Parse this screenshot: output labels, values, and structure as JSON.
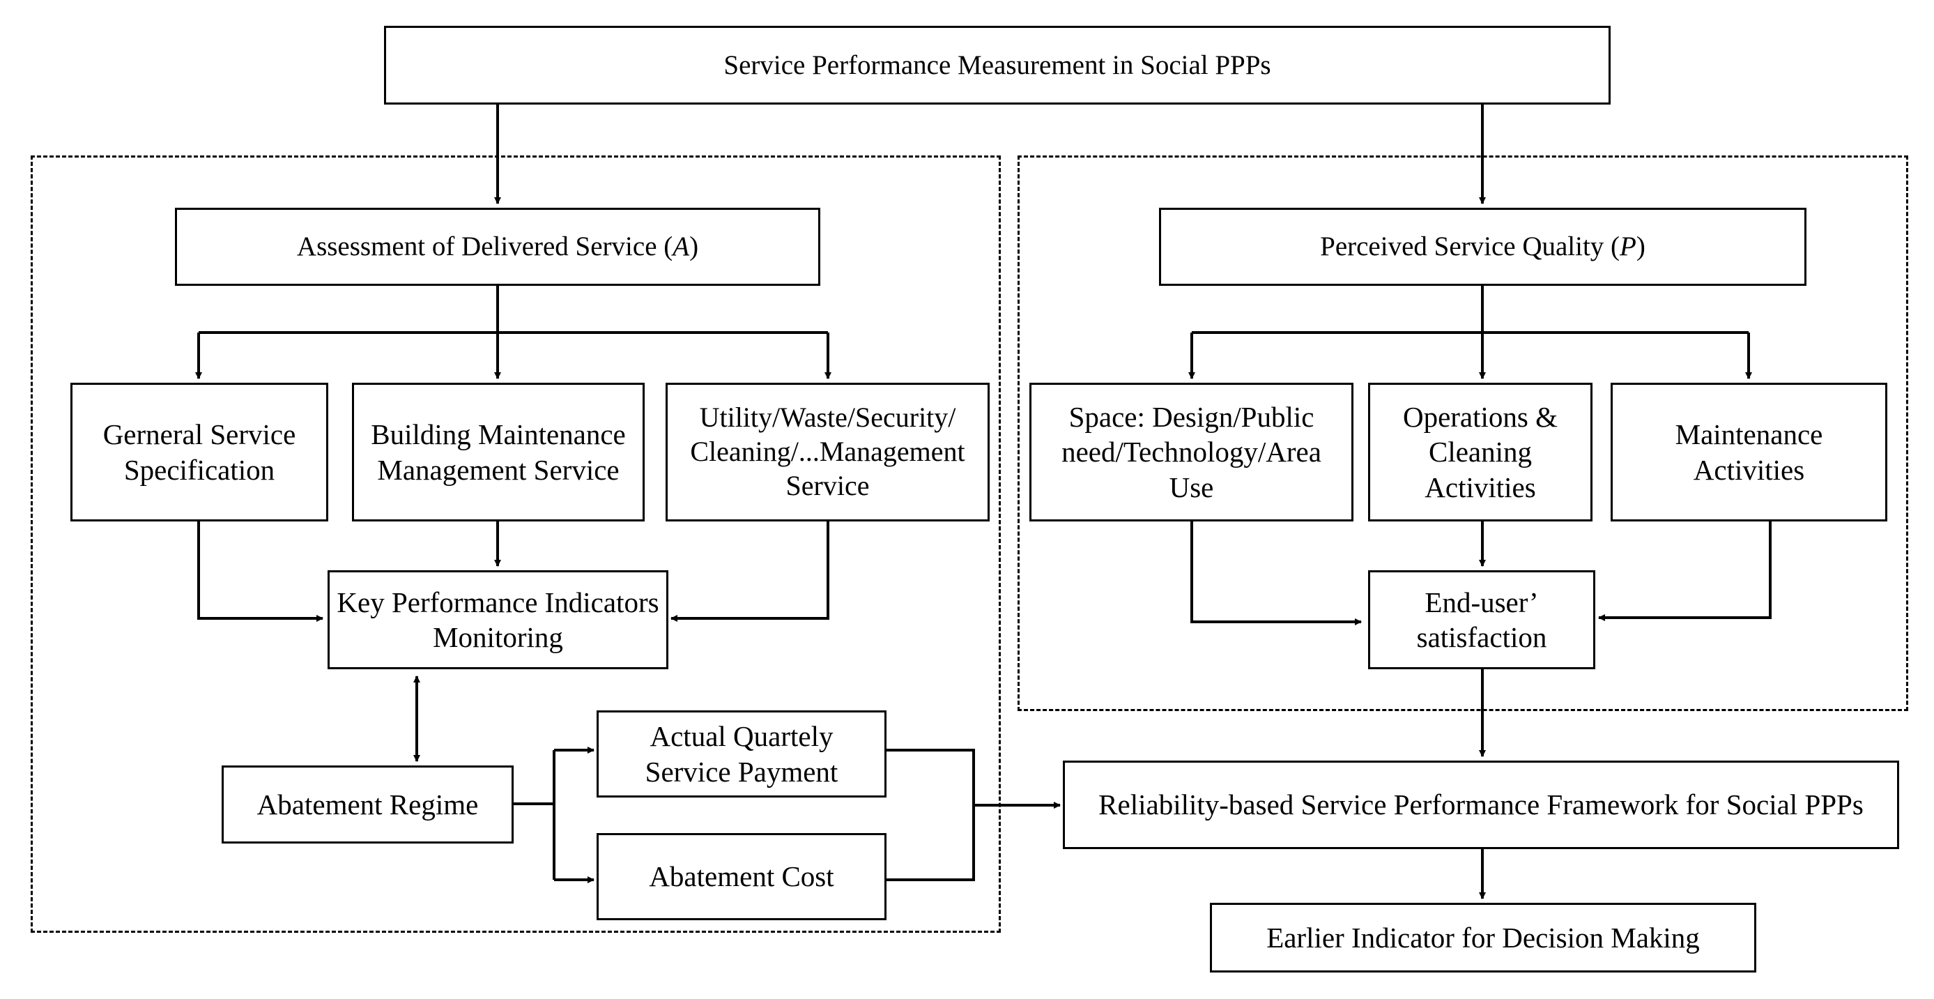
{
  "diagram": {
    "root": "Service Performance Measurement in Social PPPs",
    "assessment": {
      "text": "Assessment of  Delivered Service (",
      "symbol": "A",
      "close": ")"
    },
    "perceived": {
      "text": "Perceived Service Quality (",
      "symbol": "P",
      "close": ")"
    },
    "general_spec": "Gerneral Service Specification",
    "building_maint": "Building Maintenance Management Service",
    "utility_mgmt": "Utility/Waste/Security/ Cleaning/...Management Service",
    "space": "Space: Design/Public need/Technology/Area Use",
    "operations": "Operations & Cleaning Activities",
    "maint_activities": "Maintenance Activities",
    "kpi": "Key Performance Indicators Monitoring",
    "end_user": "End-user’ satisfaction",
    "abatement_regime": "Abatement Regime",
    "actual_payment": "Actual Quartely Service Payment",
    "abatement_cost": "Abatement Cost",
    "framework": "Reliability-based Service Performance Framework  for Social PPPs",
    "earlier_indicator": "Earlier Indicator for Decision Making"
  },
  "style": {
    "line_color": "#000000",
    "box_fill": "#ffffff",
    "background": "#ffffff"
  }
}
